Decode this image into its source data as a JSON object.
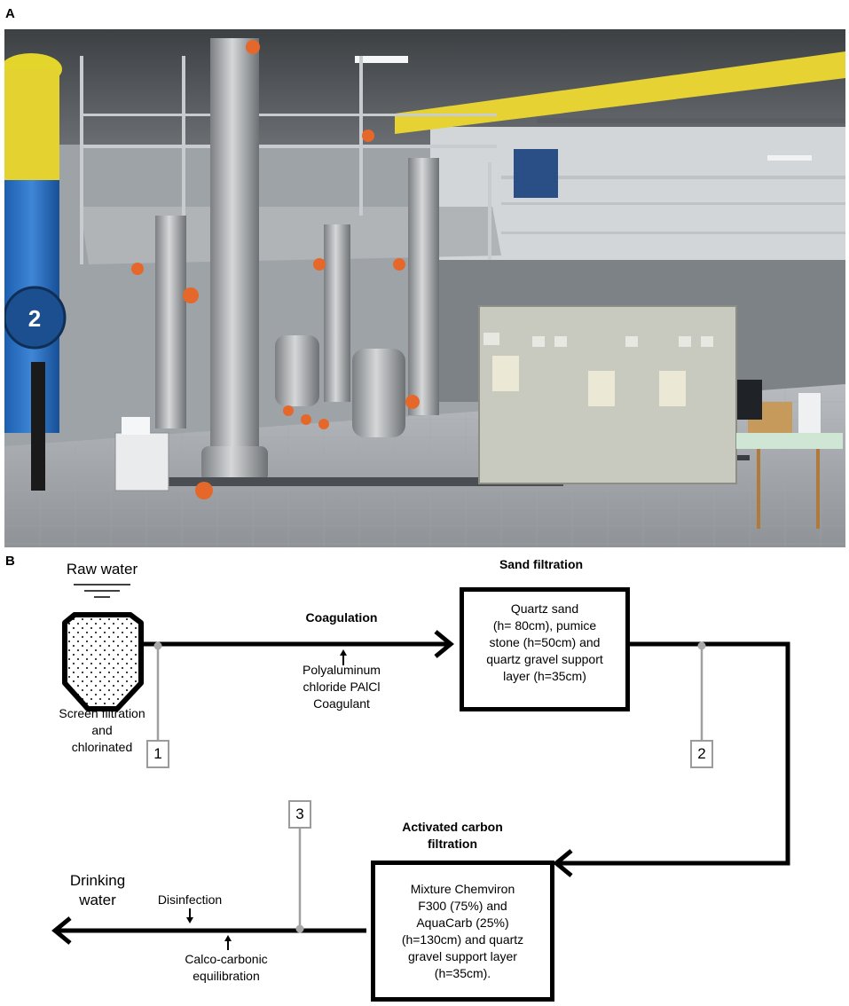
{
  "panel_a": {
    "label": "A",
    "tank_number": "2"
  },
  "panel_b": {
    "label": "B",
    "raw_water": "Raw water",
    "screen_filtration": [
      "Screen filtration",
      "and",
      "chlorinated"
    ],
    "coagulation_title": "Coagulation",
    "coagulant": [
      "Polyaluminum",
      "chloride PAlCl",
      "Coagulant"
    ],
    "sand_title": "Sand filtration",
    "sand_box": [
      "Quartz sand",
      "(h= 80cm), pumice",
      "stone (h=50cm) and",
      "quartz gravel support",
      "layer (h=35cm)"
    ],
    "carbon_title": [
      "Activated carbon",
      "filtration"
    ],
    "carbon_box": [
      "Mixture Chemviron",
      "F300 (75%) and",
      "AquaCarb (25%)",
      "(h=130cm) and quartz",
      "gravel support layer",
      "(h=35cm)."
    ],
    "drinking_water": [
      "Drinking",
      "water"
    ],
    "disinfection": "Disinfection",
    "calco": [
      "Calco-carbonic",
      "equilibration"
    ],
    "sample_points": [
      "1",
      "2",
      "3"
    ]
  }
}
